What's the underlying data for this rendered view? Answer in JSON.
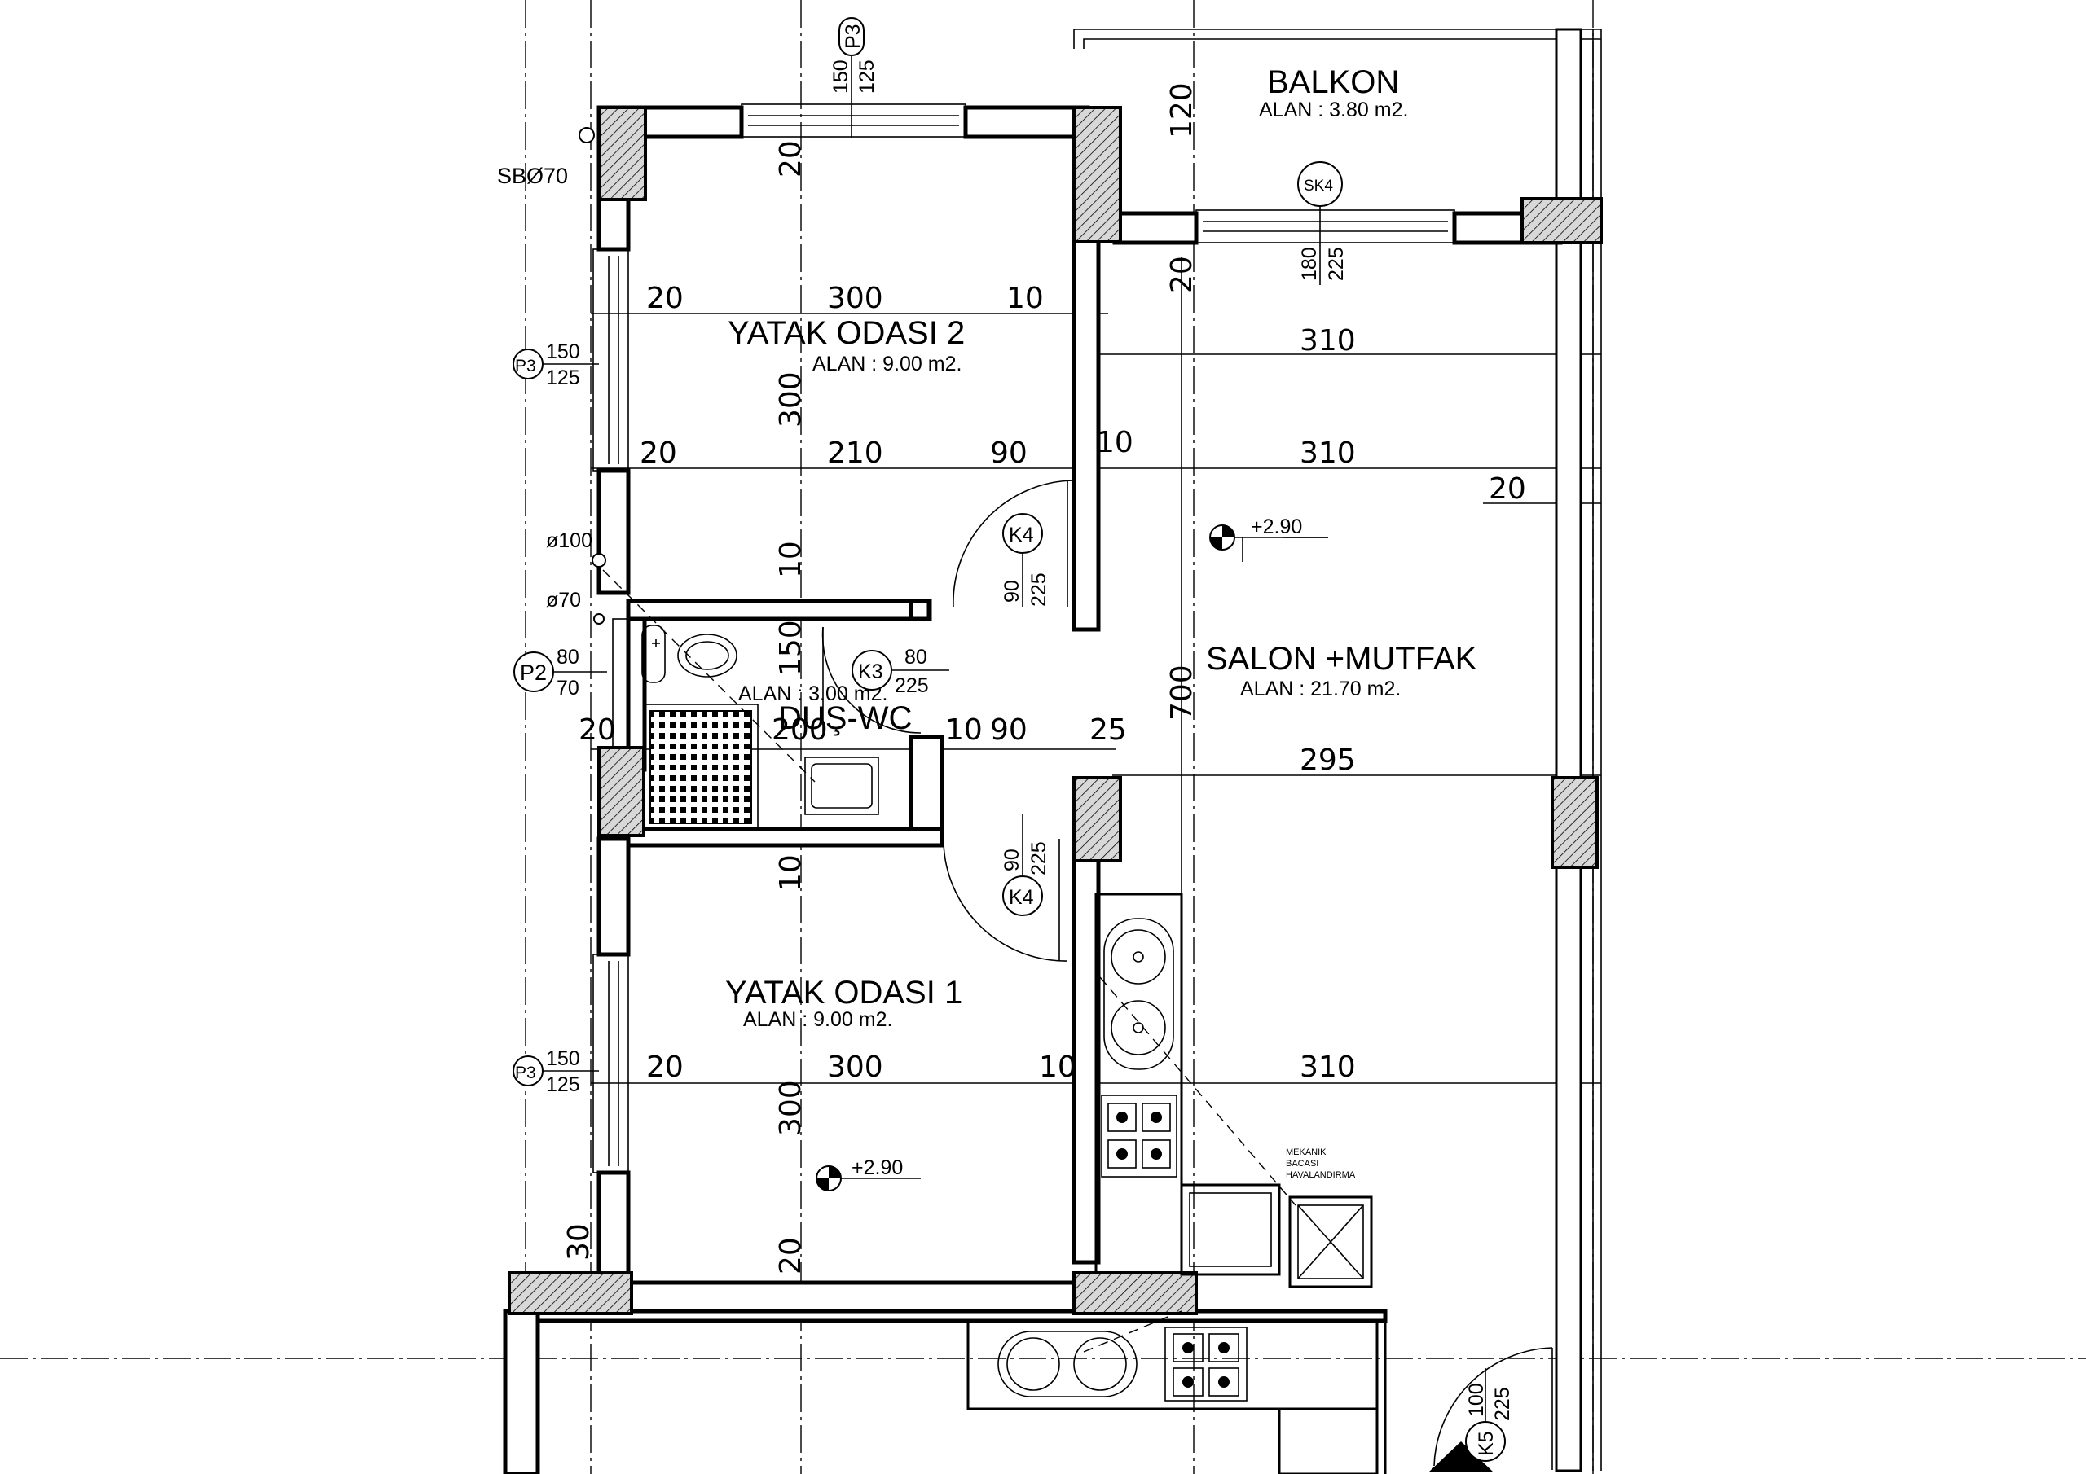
{
  "rooms": {
    "balkon": {
      "name": "BALKON",
      "area": "ALAN : 3.80 m2."
    },
    "yatak2": {
      "name": "YATAK  ODASI 2",
      "area": "ALAN : 9.00 m2."
    },
    "salon": {
      "name": "SALON +MUTFAK",
      "area": "ALAN : 21.70 m2."
    },
    "dus": {
      "name": "DUŞ-WC",
      "area": "ALAN : 3.00 m2."
    },
    "yatak1": {
      "name": "YATAK  ODASI 1",
      "area": "ALAN : 9.00 m2."
    }
  },
  "dimensions": {
    "top_row": [
      "20",
      "300",
      "10"
    ],
    "mid_row": [
      "20",
      "210",
      "90",
      "10",
      "310"
    ],
    "salon_310_top": "310",
    "salon_20": "20",
    "lower_row": [
      "20",
      "300",
      "10",
      "310"
    ],
    "dus_row": [
      "20",
      "200",
      "10",
      "90",
      "25"
    ],
    "salon_295": "295",
    "vertical": {
      "v120": "120",
      "v20_top": "20",
      "v20_balkon": "20",
      "v300_upper": "300",
      "v10_upper": "10",
      "v150": "150",
      "v700": "700",
      "v10_lower": "10",
      "v300_lower": "300",
      "v20_bottom": "20",
      "v30": "30"
    }
  },
  "tags": {
    "p3_top": {
      "code": "P3",
      "w": "150",
      "h": "125"
    },
    "sk4": {
      "code": "SK4",
      "w": "180",
      "h": "225"
    },
    "p3_left_upper": {
      "code": "P3",
      "w": "150",
      "h": "125"
    },
    "p2": {
      "code": "P2",
      "w": "80",
      "h": "70"
    },
    "p3_left_lower": {
      "code": "P3",
      "w": "150",
      "h": "125"
    },
    "k4_upper": {
      "code": "K4",
      "w": "90",
      "h": "225"
    },
    "k3": {
      "code": "K3",
      "w": "80",
      "h": "225"
    },
    "k4_lower": {
      "code": "K4",
      "w": "90",
      "h": "225"
    },
    "k5": {
      "code": "K5",
      "w": "100",
      "h": "225"
    }
  },
  "levels": {
    "salon": "+2.90",
    "yatak1": "+2.90"
  },
  "pipes": {
    "sb": "SBØ70",
    "d100": "ø100",
    "d70": "ø70"
  },
  "mech": {
    "line1": "MEKANIK",
    "line2": "BACASI",
    "line3": "HAVALANDIRMA"
  }
}
